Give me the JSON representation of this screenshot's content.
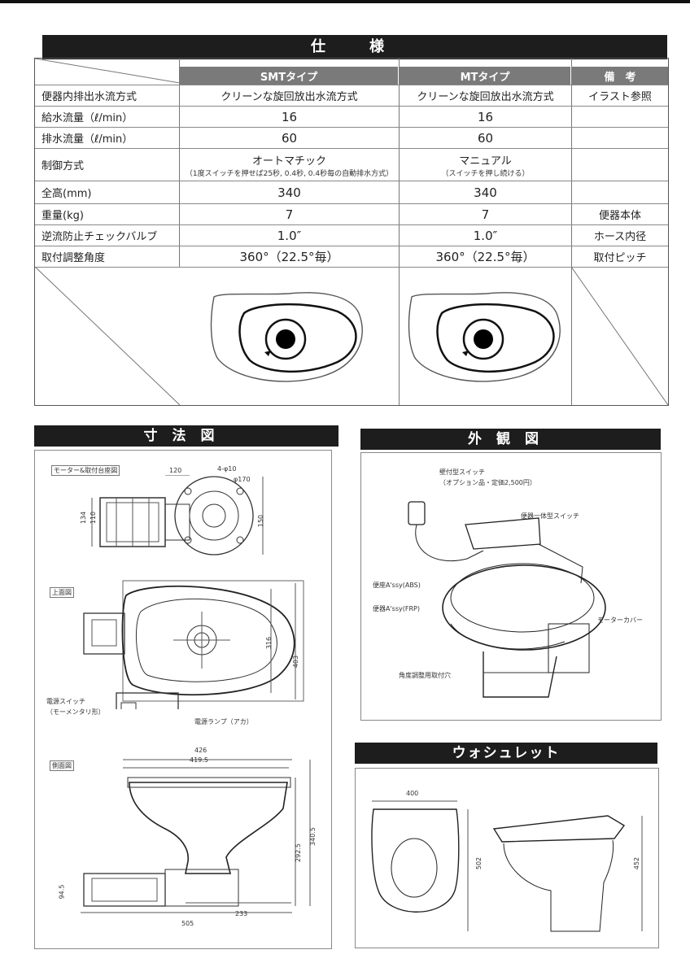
{
  "spec": {
    "title": "仕　様",
    "headers": {
      "smt": "SMTタイプ",
      "mt": "MTタイプ",
      "note": "備　考"
    },
    "rows": [
      {
        "label": "便器内排出水流方式",
        "smt": "クリーンな旋回放出水流方式",
        "mt": "クリーンな旋回放出水流方式",
        "note": "イラスト参照"
      },
      {
        "label": "給水流量（ℓ/min）",
        "smt": "16",
        "mt": "16",
        "note": ""
      },
      {
        "label": "排水流量（ℓ/min）",
        "smt": "60",
        "mt": "60",
        "note": ""
      },
      {
        "label": "制御方式",
        "smt": "オートマチック",
        "smt_sub": "（1度スイッチを押せば25秒, 0.4秒, 0.4秒毎の自動排水方式）",
        "mt": "マニュアル",
        "mt_sub": "（スイッチを押し続ける）",
        "note": ""
      },
      {
        "label": "全高(mm)",
        "smt": "340",
        "mt": "340",
        "note": ""
      },
      {
        "label": "重量(kg)",
        "smt": "7",
        "mt": "7",
        "note": "便器本体"
      },
      {
        "label": "逆流防止チェックバルブ",
        "smt": "1.0″",
        "mt": "1.0″",
        "note": "ホース内径"
      },
      {
        "label": "取付調整角度",
        "smt": "360°（22.5°毎）",
        "mt": "360°（22.5°毎）",
        "note": "取付ピッチ"
      }
    ]
  },
  "dimensions": {
    "title": "寸法図",
    "motor_label": "モーター&取付台座図",
    "top_label": "上面図",
    "side_label": "側面図",
    "power_switch": "電源スイッチ",
    "power_switch_sub": "（モーメンタリ形）",
    "power_lamp": "電源ランプ（アカ）",
    "dims": {
      "d120": "120",
      "holes": "4-φ10",
      "d170": "φ170",
      "d134": "134",
      "d110": "110",
      "d150": "150",
      "d316": "316",
      "d403": "403",
      "d426": "426",
      "d4195": "419.5",
      "d2925": "292.5",
      "d3405": "340.5",
      "d945": "94.5",
      "d505": "505",
      "d233": "233"
    }
  },
  "exterior": {
    "title": "外観図",
    "wall_switch": "壁付型スイッチ",
    "wall_switch_sub": "（オプション品・定価2,500円）",
    "integrated_switch": "便器一体型スイッチ",
    "seat": "便座A'ssy(ABS)",
    "bowl": "便器A'ssy(FRP)",
    "motor_cover": "モーターカバー",
    "angle_hole": "角度調整用取付穴"
  },
  "washlet": {
    "title": "ウォシュレット",
    "d400": "400",
    "d502": "502",
    "d452": "452"
  }
}
